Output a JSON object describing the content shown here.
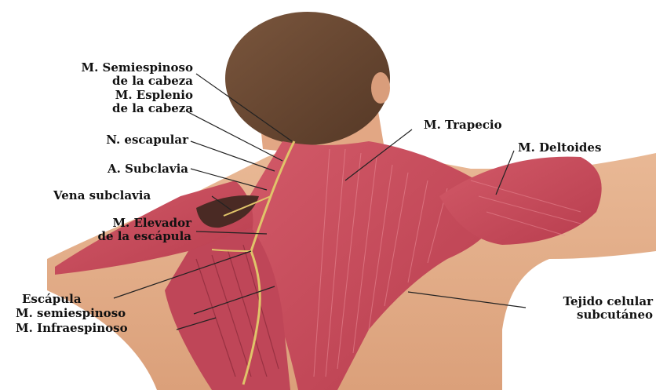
{
  "labels": {
    "semiespinoso_cabeza": [
      "M. Semiespinoso",
      "de la cabeza"
    ],
    "esplenio_cabeza": [
      "M. Esplenio",
      "de la cabeza"
    ],
    "n_escapular": "N. escapular",
    "a_subclavia": "A. Subclavia",
    "vena_subclavia": "Vena subclavia",
    "elevador_escapula": [
      "M. Elevador",
      "de la escápula"
    ],
    "escapula": "Escápula",
    "m_semiespinoso": "M. semiespinoso",
    "m_infraespinoso": "M. Infraespinoso",
    "m_trapecio": "M. Trapecio",
    "m_deltoides": "M. Deltoides",
    "tejido_celular": [
      "Tejido celular",
      "subcutáneo"
    ]
  },
  "colors": {
    "skin": "#e8b48f",
    "hair": "#6b4a34",
    "muscle": "#c94a5a",
    "muscle_light": "#dd7782",
    "nerve": "#e0c46a",
    "leader_line": "#222222"
  }
}
